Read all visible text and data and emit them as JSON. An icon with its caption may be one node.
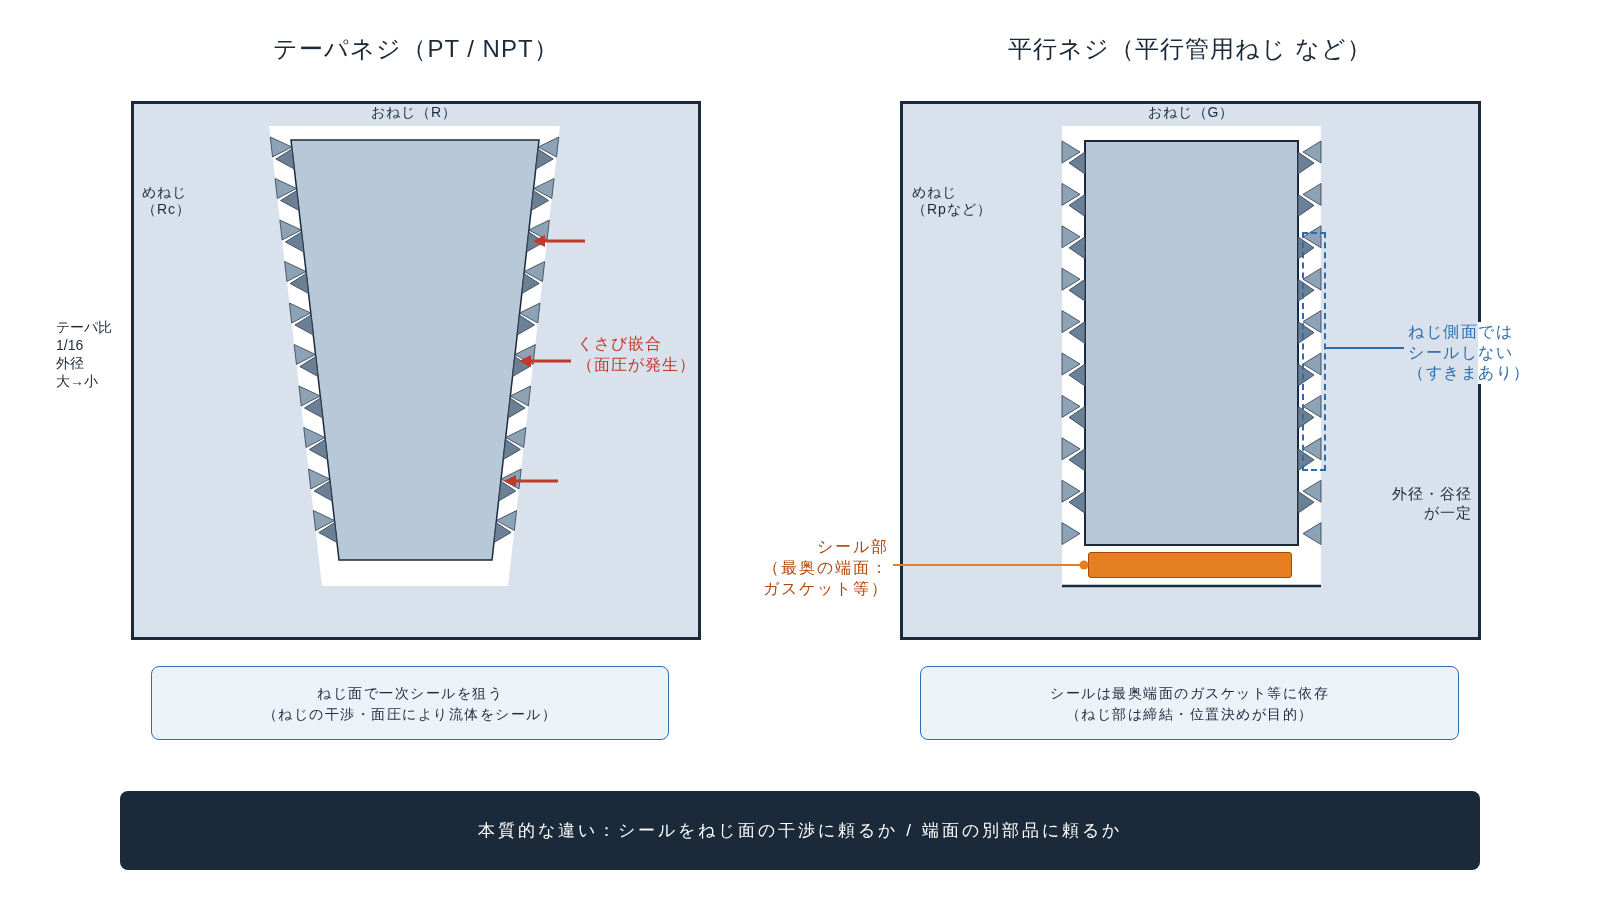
{
  "diagram": {
    "nodes": [
      {
        "text": [
          "テーパネジ（PT / NPT）",
          "おねじ（R）",
          "めねじ（Rc）"
        ]
      },
      {
        "text": [
          "平行ネジ（平行管用ねじ など）",
          "おねじ（G）",
          "めねじ（Rpなど）"
        ]
      },
      {
        "text": [],
        "shape": "box",
        "in": 1
      },
      {
        "text": [],
        "shape": "bar",
        "in": 1
      },
      {
        "text": [
          "ねじ側面ではシールしない（すきまあり）"
        ]
      },
      {
        "text": [
          "シール部（最奥の端面：ガスケット等）"
        ]
      },
      {
        "text": [
          "ねじ面で一次シールを狙う",
          "（ねじの干渉・面圧により流体をシール）"
        ]
      },
      {
        "text": [
          "シールは最奥端面のガスケット等に依存",
          "（ねじ部は締結・位置決めが目的）"
        ]
      },
      {
        "text": [
          "本質的な違い：シールをねじ面の干渉に頼るか / 端面の別部品に頼るか"
        ]
      }
    ],
    "edges": [
      {
        "from": 4,
        "to": 2,
        "arrow": "none",
        "color": "#2b6cb0"
      },
      {
        "from": 5,
        "to": 3,
        "arrow": "other",
        "color": "#e67e22"
      }
    ],
    "labels": [
      "テーパ比 1/16",
      "外径大→小",
      "くさび嵌合（面圧が発生）",
      "外径・谷径が一定"
    ]
  }
}
